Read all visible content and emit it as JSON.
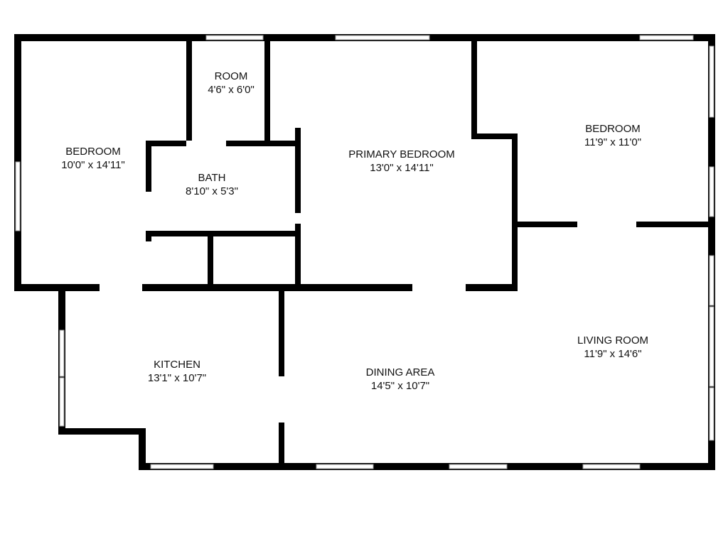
{
  "rooms": [
    {
      "name": "BEDROOM",
      "size": "10'0\" x 14'11\""
    },
    {
      "name": "ROOM",
      "size": "4'6\" x 6'0\""
    },
    {
      "name": "BATH",
      "size": "8'10\" x 5'3\""
    },
    {
      "name": "PRIMARY BEDROOM",
      "size": "13'0\" x 14'11\""
    },
    {
      "name": "BEDROOM",
      "size": "11'9\" x 11'0\""
    },
    {
      "name": "KITCHEN",
      "size": "13'1\" x 10'7\""
    },
    {
      "name": "DINING AREA",
      "size": "14'5\" x 10'7\""
    },
    {
      "name": "LIVING ROOM",
      "size": "11'9\" x 14'6\""
    }
  ]
}
